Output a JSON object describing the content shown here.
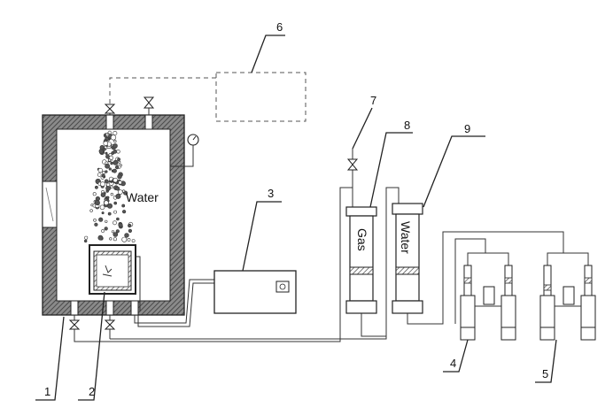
{
  "labels": {
    "l1": "1",
    "l2": "2",
    "l3": "3",
    "l4": "4",
    "l5": "5",
    "l6": "6",
    "l7": "7",
    "l8": "8",
    "l9": "9"
  },
  "texts": {
    "water_tank": "Water",
    "gas_column": "Gas",
    "water_column": "Water"
  },
  "colors": {
    "line": "#222222",
    "wall_hatch": "#555555",
    "dashed": "#555555"
  }
}
